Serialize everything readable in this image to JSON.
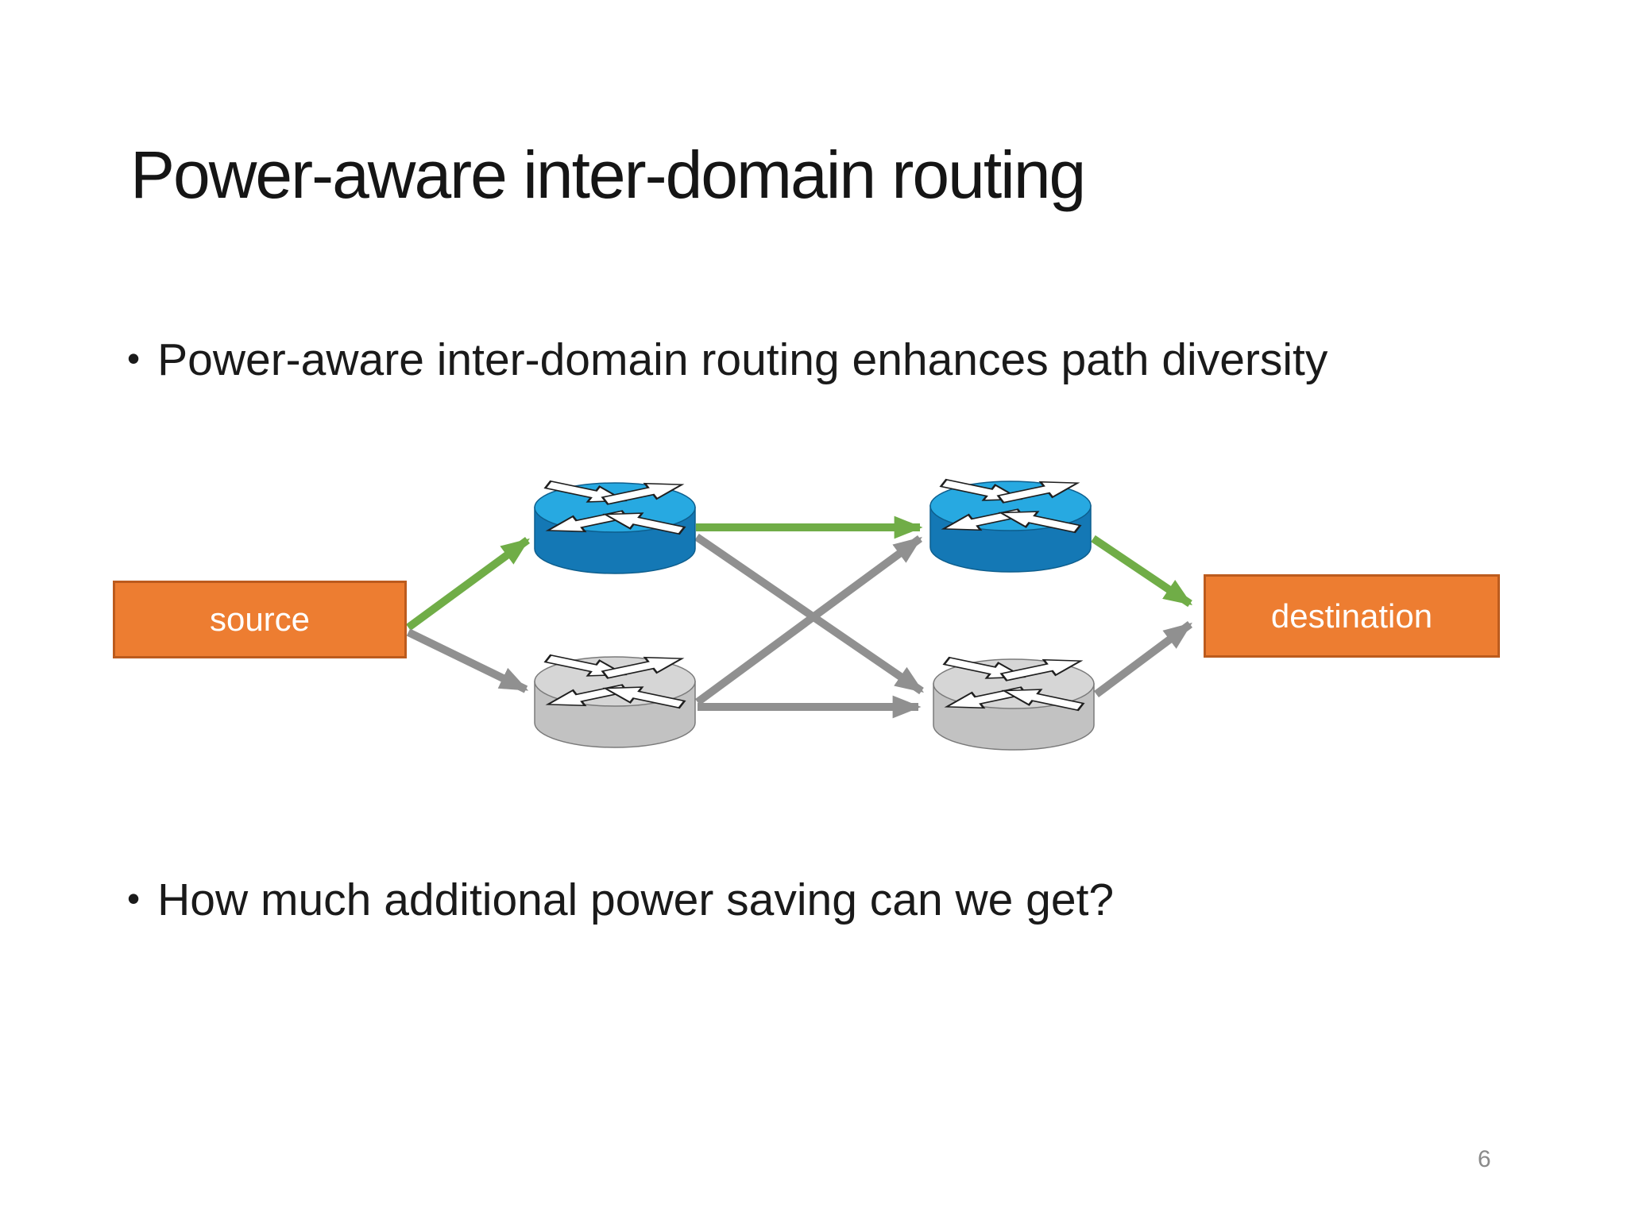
{
  "slide": {
    "title": "Power-aware inter-domain routing",
    "bullet_marker": "•",
    "bullets": [
      "Power-aware inter-domain routing enhances path diversity",
      "How much additional power saving can we get?"
    ],
    "page_number": "6"
  },
  "diagram": {
    "source_label": "source",
    "destination_label": "destination",
    "routers": [
      {
        "id": "router-top-left",
        "state": "on-power-aware-path",
        "color": "blue"
      },
      {
        "id": "router-top-right",
        "state": "on-power-aware-path",
        "color": "blue"
      },
      {
        "id": "router-bottom-left",
        "state": "alternate",
        "color": "gray"
      },
      {
        "id": "router-bottom-right",
        "state": "alternate",
        "color": "gray"
      }
    ],
    "colors": {
      "endpoint_fill": "#ED7D31",
      "endpoint_border": "#BC5B1D",
      "active_path": "#70AD47",
      "inactive_path": "#909090",
      "router_blue_top": "#27A9E1",
      "router_blue_side": "#1478B5",
      "router_gray_top": "#D6D6D6",
      "router_gray_side": "#C2C2C2"
    }
  }
}
